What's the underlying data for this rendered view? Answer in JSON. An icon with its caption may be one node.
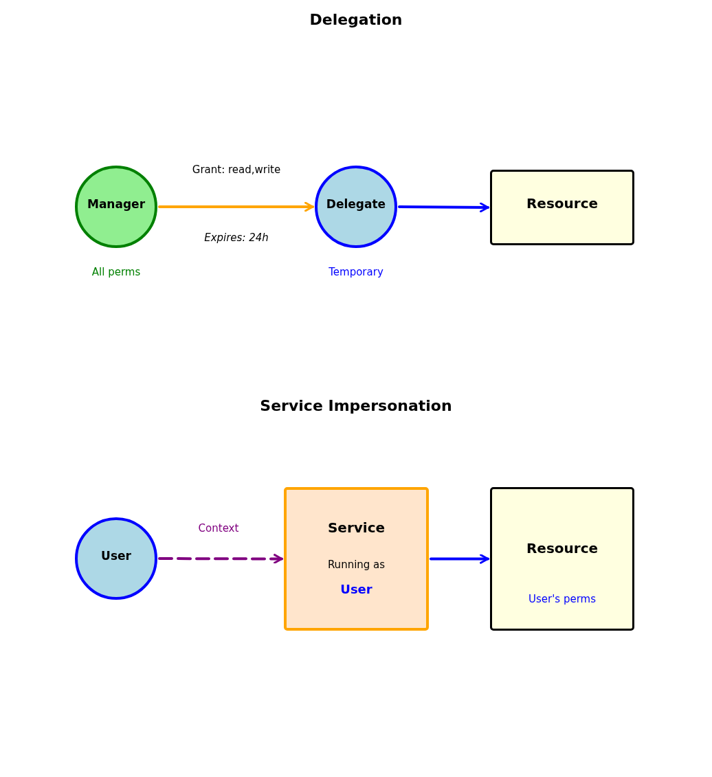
{
  "diagram": {
    "nodes": [
      {
        "text": [
          "Manager"
        ],
        "beside": [
          "All perms"
        ]
      },
      {
        "text": [
          "Delegate"
        ],
        "beside": [
          "Temporary"
        ]
      },
      {
        "text": [
          "Resource"
        ]
      },
      {
        "text": [
          "User"
        ]
      },
      {
        "text": [
          "Service",
          "Running as",
          "User"
        ]
      },
      {
        "text": [
          "Resource",
          "User's perms"
        ]
      }
    ],
    "edges": [
      {
        "from": 0,
        "to": 1,
        "arrow": "to",
        "label": "Grant: read,write",
        "color": "#ffa500"
      },
      {
        "from": 1,
        "to": 2,
        "arrow": "to",
        "color": "#0000ff"
      },
      {
        "from": 3,
        "to": 4,
        "arrow": "to",
        "label": "Context",
        "style": "dashed",
        "color": "#800080"
      },
      {
        "from": 4,
        "to": 5,
        "arrow": "to",
        "color": "#0000ff"
      }
    ],
    "labels": [
      "Delegation",
      "Expires: 24h",
      "Service Impersonation"
    ]
  }
}
